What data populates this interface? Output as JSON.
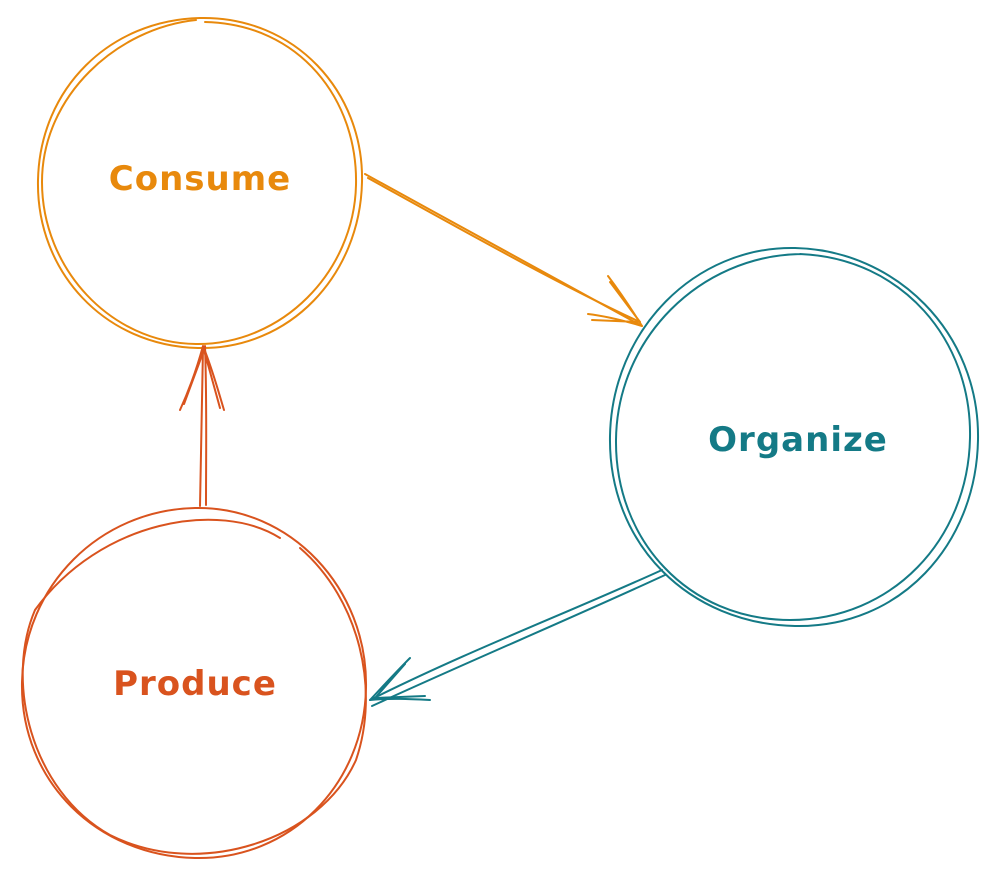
{
  "nodes": [
    {
      "id": "consume",
      "label": "Consume",
      "color": "#e8890c"
    },
    {
      "id": "organize",
      "label": "Organize",
      "color": "#147a86"
    },
    {
      "id": "produce",
      "label": "Produce",
      "color": "#d9531e"
    }
  ],
  "edges": [
    {
      "from": "consume",
      "to": "organize",
      "color": "#e8890c"
    },
    {
      "from": "organize",
      "to": "produce",
      "color": "#147a86"
    },
    {
      "from": "produce",
      "to": "consume",
      "color": "#d9531e"
    }
  ]
}
